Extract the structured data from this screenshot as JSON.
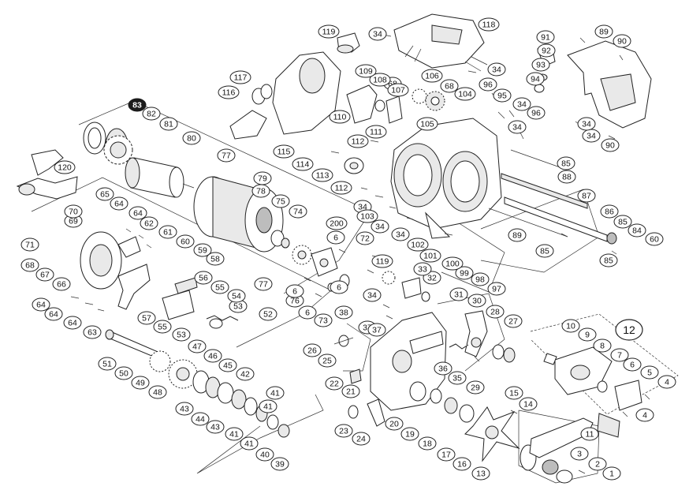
{
  "callouts": [
    {
      "label": "1",
      "dark": false
    },
    {
      "label": "2",
      "dark": false
    },
    {
      "label": "3",
      "dark": false
    },
    {
      "label": "4",
      "dark": false
    },
    {
      "label": "4",
      "dark": false
    },
    {
      "label": "5",
      "dark": false
    },
    {
      "label": "6",
      "dark": false
    },
    {
      "label": "7",
      "dark": false
    },
    {
      "label": "8",
      "dark": false
    },
    {
      "label": "9",
      "dark": false
    },
    {
      "label": "10",
      "dark": false
    },
    {
      "label": "11",
      "dark": false
    },
    {
      "label": "13",
      "dark": false
    },
    {
      "label": "14",
      "dark": false
    },
    {
      "label": "15",
      "dark": false
    },
    {
      "label": "16",
      "dark": false
    },
    {
      "label": "17",
      "dark": false
    },
    {
      "label": "18",
      "dark": false
    },
    {
      "label": "19",
      "dark": false
    },
    {
      "label": "20",
      "dark": false
    },
    {
      "label": "21",
      "dark": false
    },
    {
      "label": "22",
      "dark": false
    },
    {
      "label": "23",
      "dark": false
    },
    {
      "label": "24",
      "dark": false
    },
    {
      "label": "25",
      "dark": false
    },
    {
      "label": "26",
      "dark": false
    },
    {
      "label": "27",
      "dark": false
    },
    {
      "label": "28",
      "dark": false
    },
    {
      "label": "29",
      "dark": false
    },
    {
      "label": "30",
      "dark": false
    },
    {
      "label": "31",
      "dark": false
    },
    {
      "label": "32",
      "dark": false
    },
    {
      "label": "33",
      "dark": false
    },
    {
      "label": "34",
      "dark": false
    },
    {
      "label": "34",
      "dark": false
    },
    {
      "label": "34",
      "dark": false
    },
    {
      "label": "34",
      "dark": false
    },
    {
      "label": "34",
      "dark": false
    },
    {
      "label": "34",
      "dark": false
    },
    {
      "label": "34",
      "dark": false
    },
    {
      "label": "34",
      "dark": false
    },
    {
      "label": "34",
      "dark": false
    },
    {
      "label": "34",
      "dark": false
    },
    {
      "label": "35",
      "dark": false
    },
    {
      "label": "36",
      "dark": false
    },
    {
      "label": "37",
      "dark": false
    },
    {
      "label": "37",
      "dark": false
    },
    {
      "label": "38",
      "dark": false
    },
    {
      "label": "39",
      "dark": false
    },
    {
      "label": "40",
      "dark": false
    },
    {
      "label": "41",
      "dark": false
    },
    {
      "label": "41",
      "dark": false
    },
    {
      "label": "41",
      "dark": false
    },
    {
      "label": "41",
      "dark": false
    },
    {
      "label": "42",
      "dark": false
    },
    {
      "label": "43",
      "dark": false
    },
    {
      "label": "43",
      "dark": false
    },
    {
      "label": "44",
      "dark": false
    },
    {
      "label": "45",
      "dark": false
    },
    {
      "label": "46",
      "dark": false
    },
    {
      "label": "47",
      "dark": false
    },
    {
      "label": "48",
      "dark": false
    },
    {
      "label": "49",
      "dark": false
    },
    {
      "label": "50",
      "dark": false
    },
    {
      "label": "51",
      "dark": false
    },
    {
      "label": "52",
      "dark": false
    },
    {
      "label": "53",
      "dark": false
    },
    {
      "label": "53",
      "dark": false
    },
    {
      "label": "54",
      "dark": false
    },
    {
      "label": "55",
      "dark": false
    },
    {
      "label": "55",
      "dark": false
    },
    {
      "label": "56",
      "dark": false
    },
    {
      "label": "57",
      "dark": false
    },
    {
      "label": "58",
      "dark": false
    },
    {
      "label": "59",
      "dark": false
    },
    {
      "label": "60",
      "dark": false
    },
    {
      "label": "60",
      "dark": false
    },
    {
      "label": "61",
      "dark": false
    },
    {
      "label": "62",
      "dark": false
    },
    {
      "label": "63",
      "dark": false
    },
    {
      "label": "64",
      "dark": false
    },
    {
      "label": "64",
      "dark": false
    },
    {
      "label": "64",
      "dark": false
    },
    {
      "label": "64",
      "dark": false
    },
    {
      "label": "64",
      "dark": false
    },
    {
      "label": "65",
      "dark": false
    },
    {
      "label": "66",
      "dark": false
    },
    {
      "label": "67",
      "dark": false
    },
    {
      "label": "68",
      "dark": false
    },
    {
      "label": "68",
      "dark": false
    },
    {
      "label": "68",
      "dark": false
    },
    {
      "label": "69",
      "dark": false
    },
    {
      "label": "70",
      "dark": false
    },
    {
      "label": "71",
      "dark": false
    },
    {
      "label": "72",
      "dark": false
    },
    {
      "label": "73",
      "dark": false
    },
    {
      "label": "74",
      "dark": false
    },
    {
      "label": "75",
      "dark": false
    },
    {
      "label": "76",
      "dark": false
    },
    {
      "label": "77",
      "dark": false
    },
    {
      "label": "77",
      "dark": false
    },
    {
      "label": "78",
      "dark": false
    },
    {
      "label": "79",
      "dark": false
    },
    {
      "label": "80",
      "dark": false
    },
    {
      "label": "81",
      "dark": false
    },
    {
      "label": "82",
      "dark": false
    },
    {
      "label": "83",
      "dark": true
    },
    {
      "label": "84",
      "dark": false
    },
    {
      "label": "85",
      "dark": false
    },
    {
      "label": "85",
      "dark": false
    },
    {
      "label": "85",
      "dark": false
    },
    {
      "label": "85",
      "dark": false
    },
    {
      "label": "86",
      "dark": false
    },
    {
      "label": "87",
      "dark": false
    },
    {
      "label": "88",
      "dark": false
    },
    {
      "label": "89",
      "dark": false
    },
    {
      "label": "89",
      "dark": false
    },
    {
      "label": "90",
      "dark": false
    },
    {
      "label": "90",
      "dark": false
    },
    {
      "label": "91",
      "dark": false
    },
    {
      "label": "92",
      "dark": false
    },
    {
      "label": "93",
      "dark": false
    },
    {
      "label": "94",
      "dark": false
    },
    {
      "label": "95",
      "dark": false
    },
    {
      "label": "96",
      "dark": false
    },
    {
      "label": "96",
      "dark": false
    },
    {
      "label": "97",
      "dark": false
    },
    {
      "label": "98",
      "dark": false
    },
    {
      "label": "99",
      "dark": false
    },
    {
      "label": "100",
      "dark": false
    },
    {
      "label": "101",
      "dark": false
    },
    {
      "label": "102",
      "dark": false
    },
    {
      "label": "103",
      "dark": false
    },
    {
      "label": "104",
      "dark": false
    },
    {
      "label": "105",
      "dark": false
    },
    {
      "label": "106",
      "dark": false
    },
    {
      "label": "107",
      "dark": false
    },
    {
      "label": "108",
      "dark": false
    },
    {
      "label": "109",
      "dark": false
    },
    {
      "label": "110",
      "dark": false
    },
    {
      "label": "111",
      "dark": false
    },
    {
      "label": "112",
      "dark": false
    },
    {
      "label": "112",
      "dark": false
    },
    {
      "label": "113",
      "dark": false
    },
    {
      "label": "114",
      "dark": false
    },
    {
      "label": "115",
      "dark": false
    },
    {
      "label": "116",
      "dark": false
    },
    {
      "label": "117",
      "dark": false
    },
    {
      "label": "118",
      "dark": false
    },
    {
      "label": "119",
      "dark": false
    },
    {
      "label": "119",
      "dark": false
    },
    {
      "label": "120",
      "dark": false
    },
    {
      "label": "200",
      "dark": false
    },
    {
      "label": "6",
      "dark": false
    },
    {
      "label": "6",
      "dark": false
    },
    {
      "label": "6",
      "dark": false
    },
    {
      "label": "6",
      "dark": false
    },
    {
      "label": "6",
      "dark": false
    }
  ],
  "set_label": "12",
  "colors": {
    "ink": "#222222",
    "paper": "#ffffff",
    "callout_dark": "#1b1b1b",
    "part_shade": "#e9e9e9"
  }
}
